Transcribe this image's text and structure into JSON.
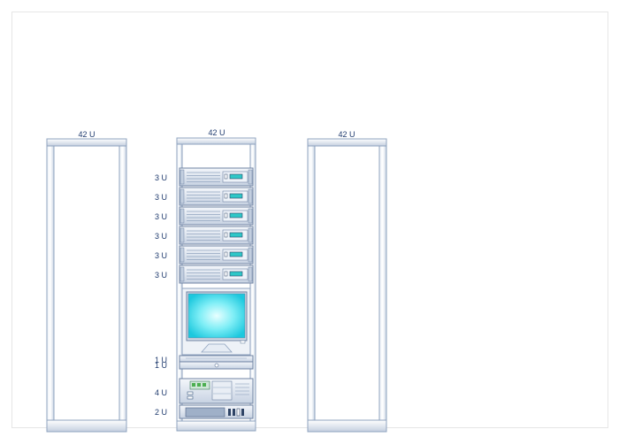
{
  "diagram": {
    "racks": [
      {
        "id": "left",
        "capacity_label": "42 U",
        "populated": false
      },
      {
        "id": "center",
        "capacity_label": "42 U",
        "populated": true
      },
      {
        "id": "right",
        "capacity_label": "42 U",
        "populated": false
      }
    ],
    "devices": [
      {
        "type": "server",
        "unit_label": "3 U"
      },
      {
        "type": "server",
        "unit_label": "3 U"
      },
      {
        "type": "server",
        "unit_label": "3 U"
      },
      {
        "type": "server",
        "unit_label": "3 U"
      },
      {
        "type": "server",
        "unit_label": "3 U"
      },
      {
        "type": "server",
        "unit_label": "3 U"
      },
      {
        "type": "monitor",
        "unit_label": ""
      },
      {
        "type": "shelf",
        "unit_label": "1 U"
      },
      {
        "type": "keyboard",
        "unit_label": "1 U"
      },
      {
        "type": "storage",
        "unit_label": "4 U"
      },
      {
        "type": "ups",
        "unit_label": "2 U"
      }
    ],
    "colors": {
      "rack_frame": "#8fa3bf",
      "rack_inner": "#b9c7da",
      "server_face": "#dfe6f0",
      "screen_glow": "#4fe0f0",
      "label_text": "#1f3b6e"
    }
  }
}
